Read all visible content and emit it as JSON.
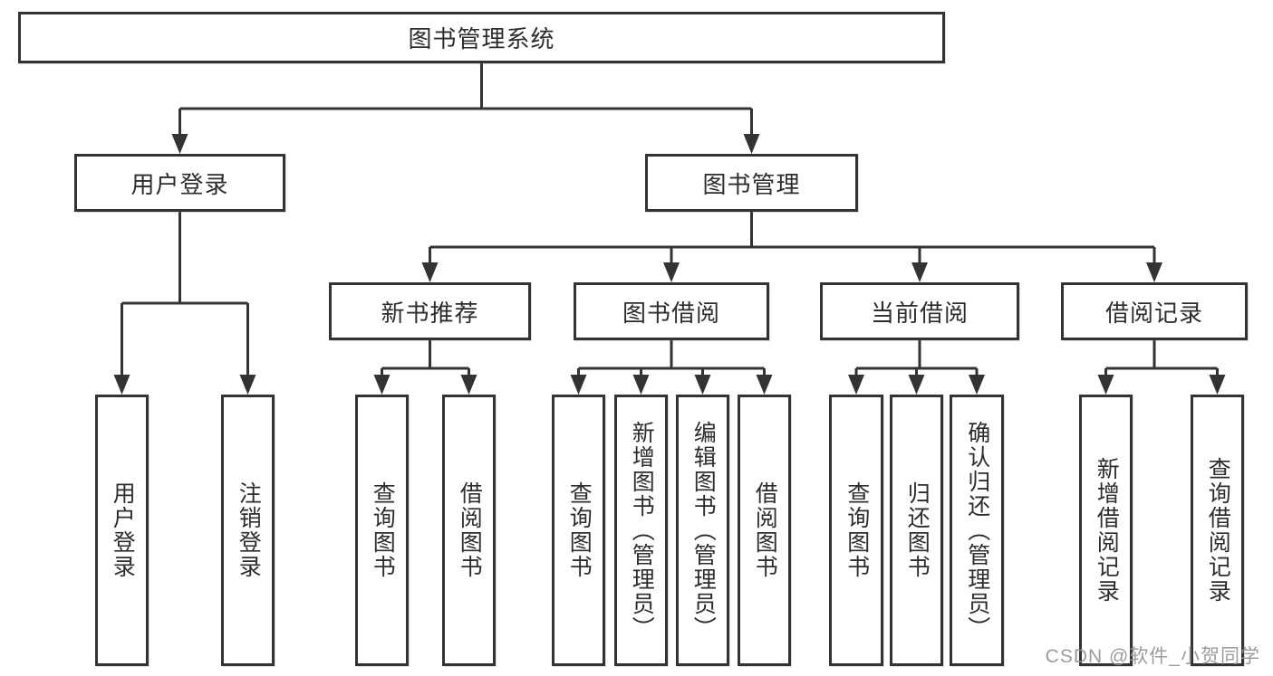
{
  "colors": {
    "line": "#333333",
    "box_border": "#333333",
    "text": "#2d2d2d",
    "background": "#ffffff",
    "watermark": "#949494"
  },
  "tree": {
    "root": {
      "label": "图书管理系统"
    },
    "level2": [
      {
        "label": "用户登录",
        "children": [
          {
            "label": "用户登录"
          },
          {
            "label": "注销登录"
          }
        ]
      },
      {
        "label": "图书管理",
        "children": [
          {
            "label": "新书推荐",
            "children": [
              {
                "label": "查询图书"
              },
              {
                "label": "借阅图书"
              }
            ]
          },
          {
            "label": "图书借阅",
            "children": [
              {
                "label": "查询图书"
              },
              {
                "label": "新增图书（管理员）"
              },
              {
                "label": "编辑图书（管理员）"
              },
              {
                "label": "借阅图书"
              }
            ]
          },
          {
            "label": "当前借阅",
            "children": [
              {
                "label": "查询图书"
              },
              {
                "label": "归还图书"
              },
              {
                "label": "确认归还（管理员）"
              }
            ]
          },
          {
            "label": "借阅记录",
            "children": [
              {
                "label": "新增借阅记录"
              },
              {
                "label": "查询借阅记录"
              }
            ]
          }
        ]
      }
    ]
  },
  "watermark": {
    "text": "CSDN @软件_小贺同学"
  }
}
